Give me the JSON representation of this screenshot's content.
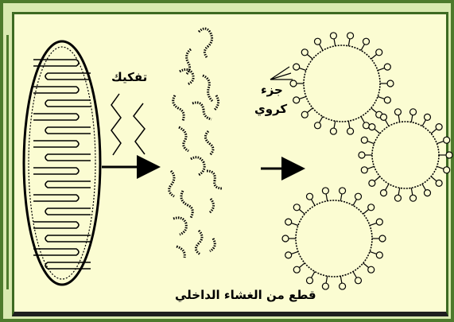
{
  "labels": {
    "disassembly": "تفكيك",
    "particle_line1": "جزء",
    "particle_line2": "كروي",
    "membrane_pieces": "قطع من الغشاء الداخلي"
  },
  "colors": {
    "outer_border": "#4d7a2c",
    "frame_fill": "#d9e9b0",
    "panel_fill": "#fbfcd2",
    "ink": "#000000"
  }
}
